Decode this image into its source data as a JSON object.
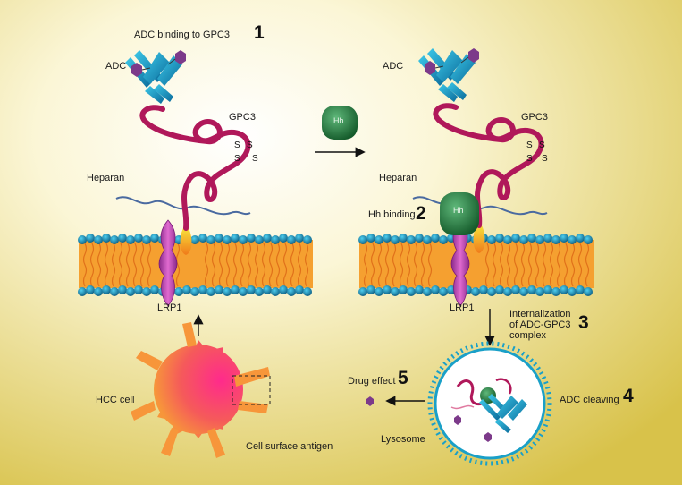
{
  "labels": {
    "adc_binding": "ADC binding to GPC3",
    "adc": "ADC",
    "gpc3": "GPC3",
    "heparan": "Heparan",
    "hh": "Hh",
    "hh_binding": "Hh binding",
    "lrp1": "LRP1",
    "internalization": "Internalization",
    "internalization_2": "of ADC-GPC3",
    "internalization_3": "complex",
    "drug_effect": "Drug effect",
    "adc_cleaving": "ADC cleaving",
    "lysosome": "Lysosome",
    "hcc_cell": "HCC cell",
    "cell_surface_antigen": "Cell surface antigen",
    "disulfide": "S"
  },
  "steps": [
    "1",
    "2",
    "3",
    "4",
    "5"
  ],
  "colors": {
    "background_center": "#ffffff",
    "background_edge": "#d8c24a",
    "antibody": "#1aa0c8",
    "payload": "#7c3a8a",
    "gpc3_chain": "#b0185a",
    "hedgehog": "#1e7a3c",
    "lrp1": "#c455b0",
    "membrane_head": "#1a8ab0",
    "membrane_tail": "#f07a1a",
    "anchor": "#f2c21a",
    "hcc_cell": "#f0306a",
    "lysosome_border": "#1aa0c8"
  },
  "icons": [
    "adc-antibody-icon",
    "payload-hexagon-icon",
    "hedgehog-ligand-icon",
    "lrp1-receptor-icon",
    "lipid-bilayer-icon",
    "hcc-cell-icon",
    "lysosome-icon"
  ]
}
